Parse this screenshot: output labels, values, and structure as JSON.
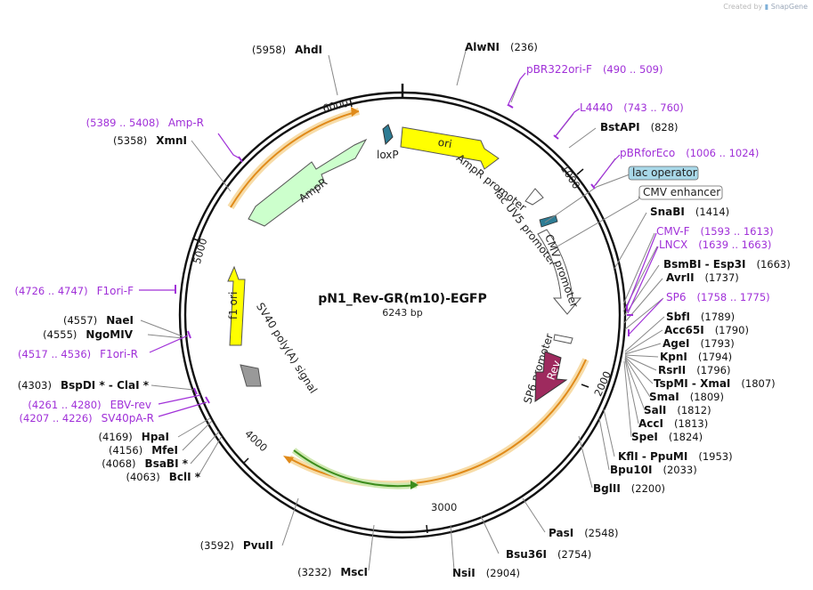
{
  "credit": {
    "prefix": "Created by",
    "brand": "SnapGene"
  },
  "plasmid": {
    "name": "pN1_Rev-GR(m10)-EGFP",
    "size_label": "6243 bp"
  },
  "ring_ticks": [
    {
      "label": "1000"
    },
    {
      "label": "2000"
    },
    {
      "label": "3000"
    },
    {
      "label": "4000"
    },
    {
      "label": "5000"
    },
    {
      "label": "6000"
    }
  ],
  "enzymes": [
    {
      "name": "AhdI",
      "pos": "(5958)"
    },
    {
      "name": "AlwNI",
      "pos": "(236)"
    },
    {
      "name": "BstAPI",
      "pos": "(828)"
    },
    {
      "name": "SnaBI",
      "pos": "(1414)"
    },
    {
      "name": "BsmBI - Esp3I",
      "pos": "(1663)"
    },
    {
      "name": "AvrII",
      "pos": "(1737)"
    },
    {
      "name": "SbfI",
      "pos": "(1789)"
    },
    {
      "name": "Acc65I",
      "pos": "(1790)"
    },
    {
      "name": "AgeI",
      "pos": "(1793)"
    },
    {
      "name": "KpnI",
      "pos": "(1794)"
    },
    {
      "name": "RsrII",
      "pos": "(1796)"
    },
    {
      "name": "TspMI - XmaI",
      "pos": "(1807)"
    },
    {
      "name": "SmaI",
      "pos": "(1809)"
    },
    {
      "name": "SalI",
      "pos": "(1812)"
    },
    {
      "name": "AccI",
      "pos": "(1813)"
    },
    {
      "name": "SpeI",
      "pos": "(1824)"
    },
    {
      "name": "KflI - PpuMI",
      "pos": "(1953)"
    },
    {
      "name": "Bpu10I",
      "pos": "(2033)"
    },
    {
      "name": "BglII",
      "pos": "(2200)"
    },
    {
      "name": "PasI",
      "pos": "(2548)"
    },
    {
      "name": "Bsu36I",
      "pos": "(2754)"
    },
    {
      "name": "NsiI",
      "pos": "(2904)"
    },
    {
      "name": "MscI",
      "pos": "(3232)"
    },
    {
      "name": "PvuII",
      "pos": "(3592)"
    },
    {
      "name": "BclI *",
      "pos": "(4063)"
    },
    {
      "name": "BsaBI *",
      "pos": "(4068)"
    },
    {
      "name": "MfeI",
      "pos": "(4156)"
    },
    {
      "name": "HpaI",
      "pos": "(4169)"
    },
    {
      "name": "BspDI * - ClaI *",
      "pos": "(4303)"
    },
    {
      "name": "NgoMIV",
      "pos": "(4555)"
    },
    {
      "name": "NaeI",
      "pos": "(4557)"
    },
    {
      "name": "XmnI",
      "pos": "(5358)"
    }
  ],
  "primers": [
    {
      "name": "pBR322ori-F",
      "range": "(490 .. 509)"
    },
    {
      "name": "L4440",
      "range": "(743 .. 760)"
    },
    {
      "name": "pBRforEco",
      "range": "(1006 .. 1024)"
    },
    {
      "name": "CMV-F",
      "range": "(1593 .. 1613)"
    },
    {
      "name": "LNCX",
      "range": "(1639 .. 1663)"
    },
    {
      "name": "SP6",
      "range": "(1758 .. 1775)"
    },
    {
      "name": "Amp-R",
      "range": "(5389 .. 5408)"
    },
    {
      "name": "F1ori-F",
      "range": "(4726 .. 4747)"
    },
    {
      "name": "F1ori-R",
      "range": "(4517 .. 4536)"
    },
    {
      "name": "EBV-rev",
      "range": "(4261 .. 4280)"
    },
    {
      "name": "SV40pA-R",
      "range": "(4207 .. 4226)"
    }
  ],
  "boxed_features": [
    {
      "name": "lac operator"
    },
    {
      "name": "CMV enhancer"
    }
  ],
  "features": [
    {
      "name": "loxP"
    },
    {
      "name": "ori"
    },
    {
      "name": "AmpR promoter"
    },
    {
      "name": "lac UV5 promoter"
    },
    {
      "name": "CMV promoter"
    },
    {
      "name": "AmpR"
    },
    {
      "name": "f1 ori"
    },
    {
      "name": "SV40 poly(A) signal"
    },
    {
      "name": "SP6 promoter"
    },
    {
      "name": "Rev"
    }
  ],
  "colors": {
    "backbone": "#111111",
    "enzyme_text": "#111111",
    "primer": "#a030d8",
    "ori": "#ffff00",
    "ampr": "#ccffcc",
    "orf_orange": "#f4a622",
    "rev": "#9e2a5e",
    "loxp": "#2d7c94",
    "sv40": "#999999",
    "lac_operator_fill": "#a8d8e8"
  }
}
